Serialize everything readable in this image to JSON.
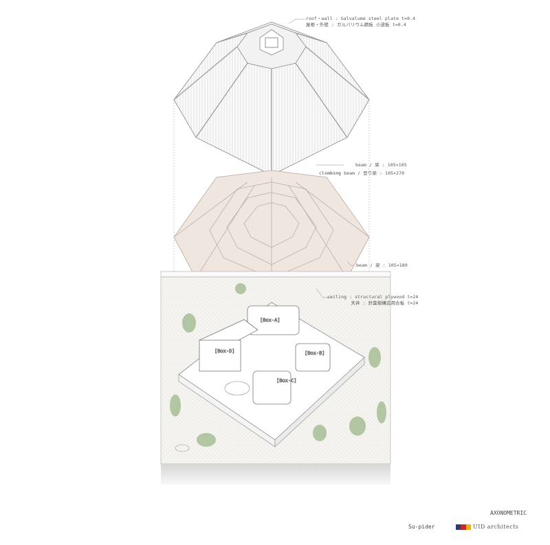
{
  "diagram": {
    "type": "exploded axonometric",
    "title": "AXONOMETRIC",
    "project": "Su-pider",
    "firm": "UID architects",
    "logo_colors": [
      "#2a3d7a",
      "#c8282d",
      "#e8b020"
    ],
    "annotations": [
      {
        "id": "roof-wall",
        "line1": "roof・wall : Galvalume steel plate t=0.4",
        "line2": "屋根・外壁 : ガルバリウム鋼板 小波板 t=0.4"
      },
      {
        "id": "beam-top",
        "line1": "beam / 梁 : 105×105"
      },
      {
        "id": "climbing-beam",
        "line1": "climbing beam / 登り梁 : 105×270"
      },
      {
        "id": "beam-bottom",
        "line1": "beam / 梁 : 105×180"
      },
      {
        "id": "ceiling",
        "line1": "ceiling : structural plywood t=24",
        "line2": "天井 : 針葉樹構造用合板 t=24"
      }
    ],
    "boxes": [
      "[Box-A]",
      "[Box-B]",
      "[Box-C]",
      "[Box-D]"
    ],
    "layers": [
      "roof",
      "roof structure",
      "ground floor plan"
    ],
    "colors": {
      "line": "#888888",
      "structure_fill": "#efe6e0",
      "ground": "#e9e7e2",
      "planting": "#9cb88a",
      "base": "#d9d9d9"
    }
  }
}
